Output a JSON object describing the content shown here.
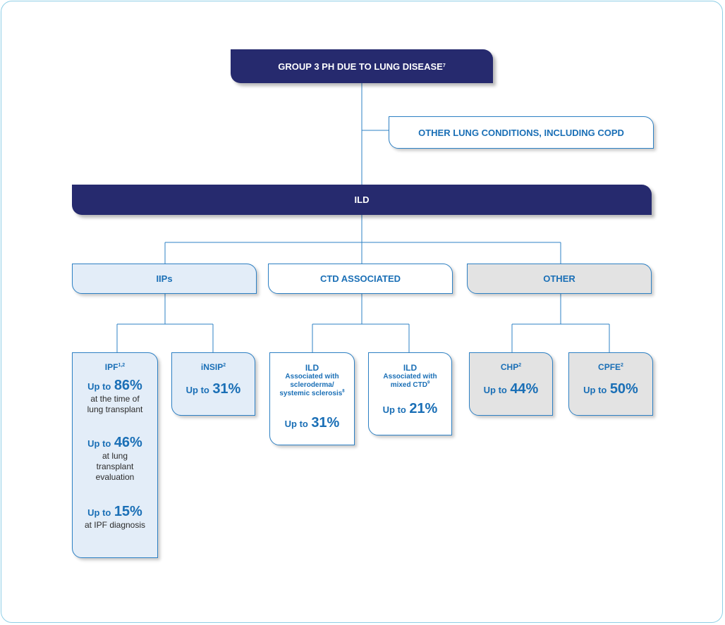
{
  "root": {
    "label": "GROUP 3 PH DUE TO LUNG DISEASE",
    "ref": "7"
  },
  "other_conditions": {
    "label": "OTHER LUNG CONDITIONS, INCLUDING COPD"
  },
  "ild": {
    "label": "ILD"
  },
  "categories": {
    "iips": "IIPs",
    "ctd": "CTD ASSOCIATED",
    "other": "OTHER"
  },
  "ipf": {
    "title": "IPF",
    "ref": "1,2",
    "stats": [
      {
        "prefix": "Up to",
        "value": "86%",
        "desc": [
          "at the time of",
          "lung transplant"
        ]
      },
      {
        "prefix": "Up to",
        "value": "46%",
        "desc": [
          "at lung",
          "transplant",
          "evaluation"
        ]
      },
      {
        "prefix": "Up to",
        "value": "15%",
        "desc": [
          "at IPF diagnosis"
        ]
      }
    ]
  },
  "insip": {
    "title": "iNSIP",
    "ref": "2",
    "prefix": "Up to",
    "value": "31%"
  },
  "ild_ssc": {
    "title": "ILD",
    "sub": [
      "Associated with",
      "scleroderma/",
      "systemic sclerosis"
    ],
    "ref": "8",
    "prefix": "Up to",
    "value": "31%"
  },
  "ild_mctd": {
    "title": "ILD",
    "sub": [
      "Associated with",
      "mixed CTD"
    ],
    "ref": "9",
    "prefix": "Up to",
    "value": "21%"
  },
  "chp": {
    "title": "CHP",
    "ref": "2",
    "prefix": "Up to",
    "value": "44%"
  },
  "cpfe": {
    "title": "CPFE",
    "ref": "2",
    "prefix": "Up to",
    "value": "50%"
  },
  "colors": {
    "navy": "#262a6e",
    "blue": "#1a6fb6",
    "light_blue": "#e3edf8",
    "gray": "#e3e3e3",
    "border": "#2d80c4"
  }
}
